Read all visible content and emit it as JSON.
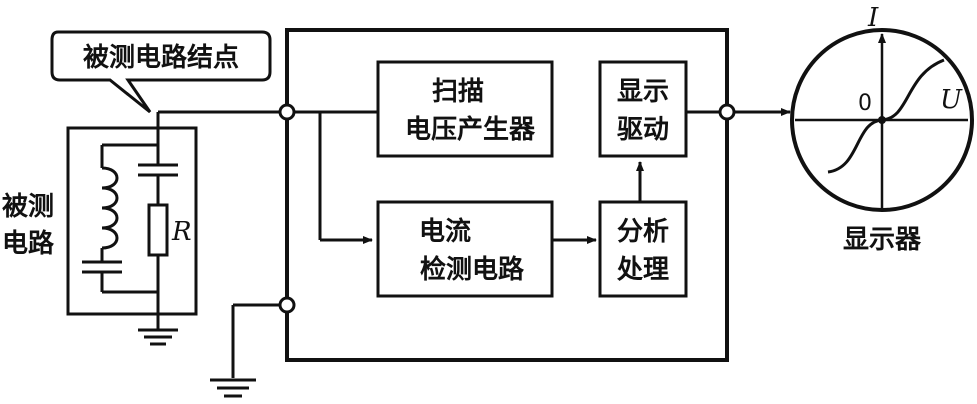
{
  "callout": {
    "text": "被测电路结点"
  },
  "circuit_label": {
    "line1": "被测",
    "line2": "电路"
  },
  "resistor_label": "R",
  "blocks": {
    "scan": {
      "line1": "扫描",
      "line2": "电压产生器"
    },
    "display_drive": {
      "line1": "显示",
      "line2": "驱动"
    },
    "current_detect": {
      "line1": "电流",
      "line2": "检测电路"
    },
    "analysis": {
      "line1": "分析",
      "line2": "处理"
    }
  },
  "display": {
    "label": "显示器",
    "axis_y": "I",
    "axis_x": "U",
    "origin": "0"
  }
}
